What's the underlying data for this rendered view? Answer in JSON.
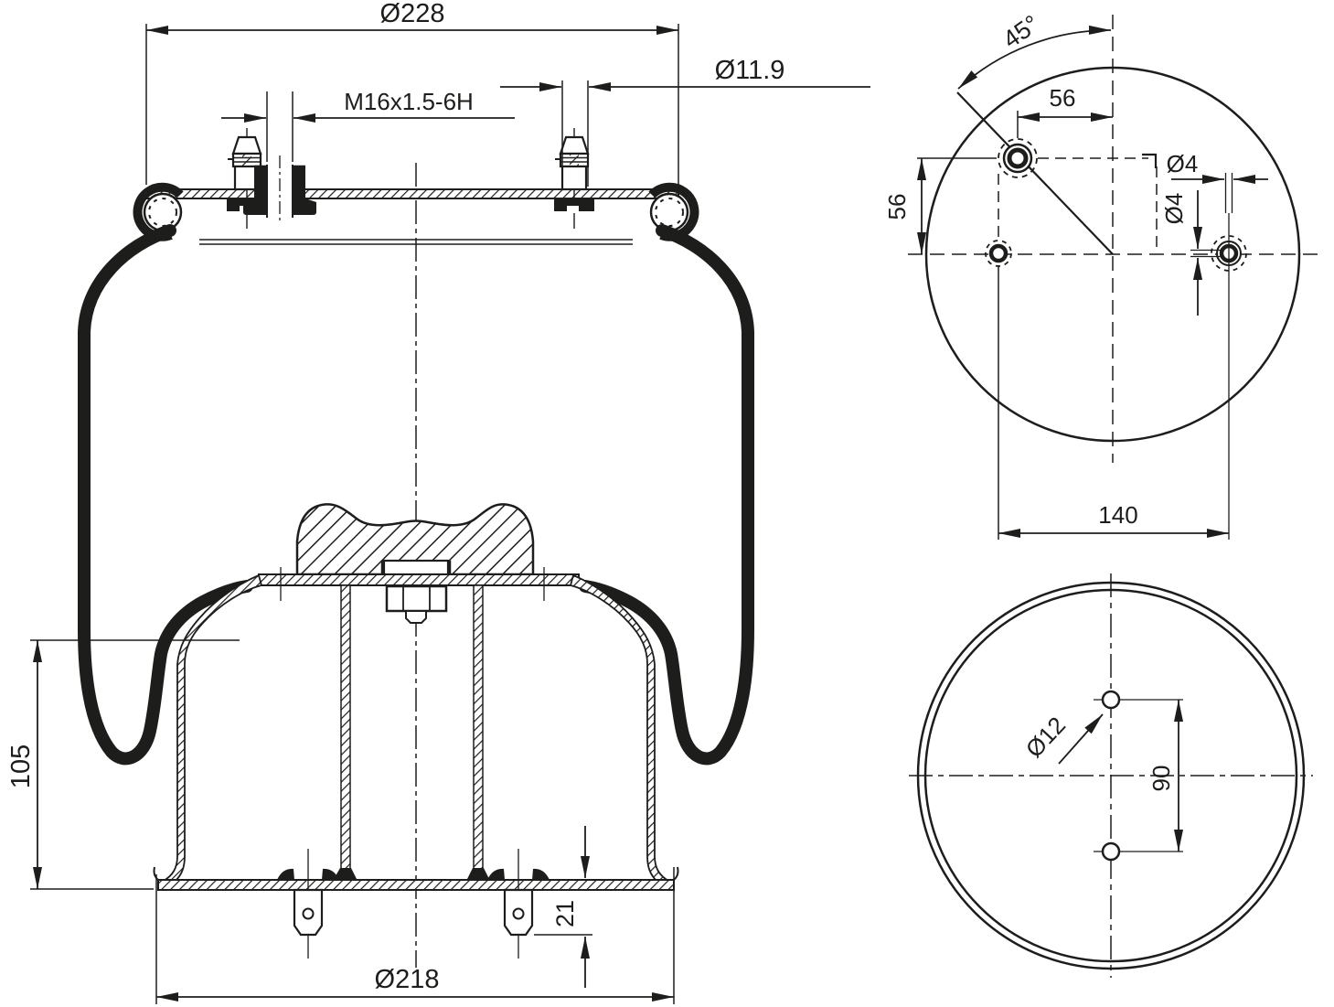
{
  "drawing_type": "air-spring-technical-drawing",
  "colors": {
    "line": "#1d1d1b",
    "background": "#ffffff"
  },
  "labels": {
    "dia228": "Ø228",
    "thread": "M16x1.5-6H",
    "dia119": "Ø11.9",
    "h105": "105",
    "p21": "21",
    "dia218": "Ø218",
    "angle45": "45°",
    "off56h": "56",
    "off56v": "56",
    "dia4h": "Ø4",
    "dia4v": "Ø4",
    "spacing140": "140",
    "dia12": "Ø12",
    "spacing90": "90"
  }
}
